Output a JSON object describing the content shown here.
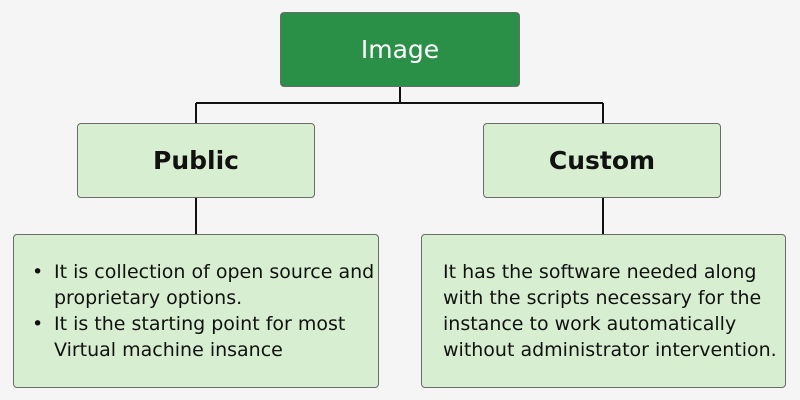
{
  "diagram": {
    "root": {
      "label": "Image"
    },
    "branches": [
      {
        "label": "Public",
        "bullets": [
          "It is collection of open source and proprietary options.",
          "It is the starting point for most Virtual machine insance"
        ]
      },
      {
        "label": "Custom",
        "description": "It has the software needed along with the scripts necessary for the instance to work automatically without administrator intervention."
      }
    ],
    "colors": {
      "root_fill": "#2a8f47",
      "node_fill": "#d8eed1",
      "border": "#6b6b6b",
      "connector": "#111111",
      "background": "#f5f5f5"
    }
  }
}
